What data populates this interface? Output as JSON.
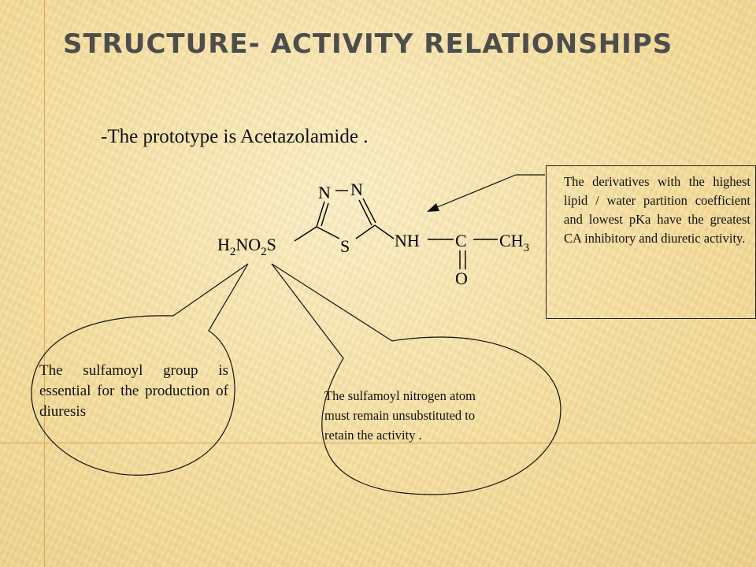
{
  "slide": {
    "title": "STRUCTURE- ACTIVITY RELATIONSHIPS",
    "subtitle": "-The prototype is Acetazolamide ."
  },
  "molecule": {
    "ring_n_left": "N",
    "ring_n_right": "N",
    "ring_s": "S",
    "h": "H",
    "h_sub": "2",
    "no": "NO",
    "no_sub": "2",
    "s": "S",
    "nh": "NH",
    "c": "C",
    "o": "O",
    "ch": "CH",
    "ch_sub": "3"
  },
  "callouts": {
    "box_text": "The derivatives with the highest lipid / water partition coefficient and lowest pKa have the greatest CA inhibitory and diuretic activity.",
    "bubble1_text": "The sulfamoyl group is essential for the production of diuresis",
    "bubble2_text": "The sulfamoyl nitrogen  atom\nmust remain unsubstituted to\nretain the activity ."
  }
}
